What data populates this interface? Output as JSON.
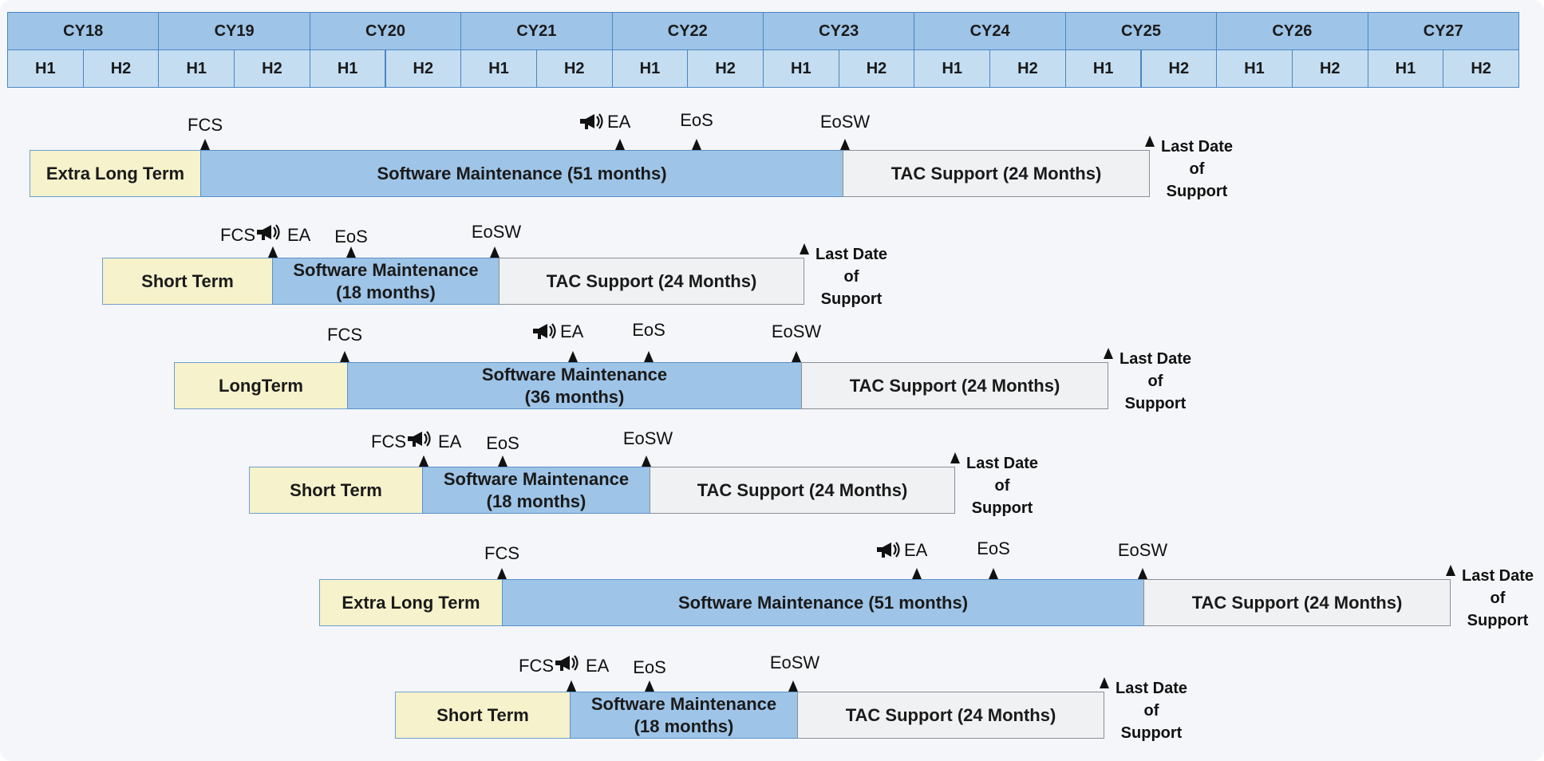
{
  "timeline": {
    "years": [
      "CY18",
      "CY19",
      "CY20",
      "CY21",
      "CY22",
      "CY23",
      "CY24",
      "CY25",
      "CY26",
      "CY27"
    ],
    "halves": [
      "H1",
      "H2"
    ]
  },
  "milestone_labels": {
    "fcs": "FCS",
    "ea": "EA",
    "eos": "EoS",
    "eosw": "EoSW",
    "last": "Last Date\nof\nSupport"
  },
  "icons": {
    "ea_marker": "megaphone-icon"
  },
  "colors": {
    "header_year": "#9ec4e7",
    "header_half": "#c4ddf1",
    "release_label": "#f6f2cb",
    "maintenance": "#9ec4e7",
    "tac": "#f0f1f3"
  },
  "releases": [
    {
      "label": "Extra Long Term",
      "maintenance": "Software Maintenance (51 months)",
      "tac": "TAC Support (24 Months)"
    },
    {
      "label": "Short Term",
      "maintenance": "Software Maintenance\n(18 months)",
      "tac": "TAC Support (24 Months)"
    },
    {
      "label": "LongTerm",
      "maintenance": "Software Maintenance\n(36 months)",
      "tac": "TAC Support (24 Months)"
    },
    {
      "label": "Short Term",
      "maintenance": "Software Maintenance\n(18 months)",
      "tac": "TAC Support (24 Months)"
    },
    {
      "label": "Extra Long Term",
      "maintenance": "Software Maintenance (51 months)",
      "tac": "TAC Support (24 Months)"
    },
    {
      "label": "Short Term",
      "maintenance": "Software Maintenance\n(18 months)",
      "tac": "TAC Support (24 Months)"
    }
  ]
}
